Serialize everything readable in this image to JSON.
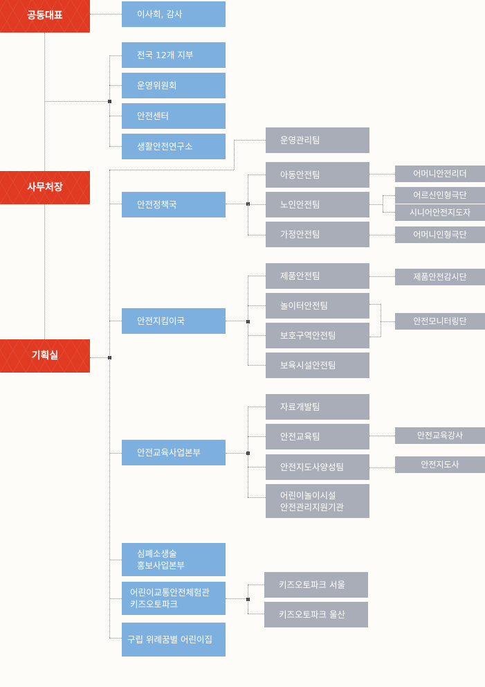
{
  "executive": {
    "ceo": "공동대표",
    "secretariat": "사무처장",
    "planning": "기획실"
  },
  "board": "이사회, 감사",
  "ceo_units": [
    "전국 12개 지부",
    "운영위원회",
    "안전센터",
    "생활안전연구소"
  ],
  "operations_team": "운영관리팀",
  "policy": {
    "name": "안전정책국",
    "teams": [
      "아동안전팀",
      "노인안전팀",
      "가정안전팀"
    ],
    "groups": [
      "어머니안전리더",
      "어르신인형극단",
      "시니어안전지도자",
      "어머니인형극단"
    ]
  },
  "watch": {
    "name": "안전지킴이국",
    "teams": [
      "제품안전팀",
      "놀이터안전팀",
      "보호구역안전팀",
      "보육시설안전팀"
    ],
    "groups": [
      "제품안전감시단",
      "안전모니터링단"
    ]
  },
  "education": {
    "name": "안전교육사업본부",
    "teams": [
      "자료개발팀",
      "안전교육팀",
      "안전지도사양성팀",
      "어린이놀이시설\n안전관리지원기관"
    ],
    "groups": [
      "안전교육강사",
      "안전지도사"
    ]
  },
  "cpr": "심폐소생술\n홍보사업본부",
  "kidsauto": {
    "name": "어린이교통안전체험관\n키즈오토파크",
    "branches": [
      "키즈오토파크 서울",
      "키즈오토파크 울산"
    ]
  },
  "daycare": "구립 위례꿈별 어린이집"
}
